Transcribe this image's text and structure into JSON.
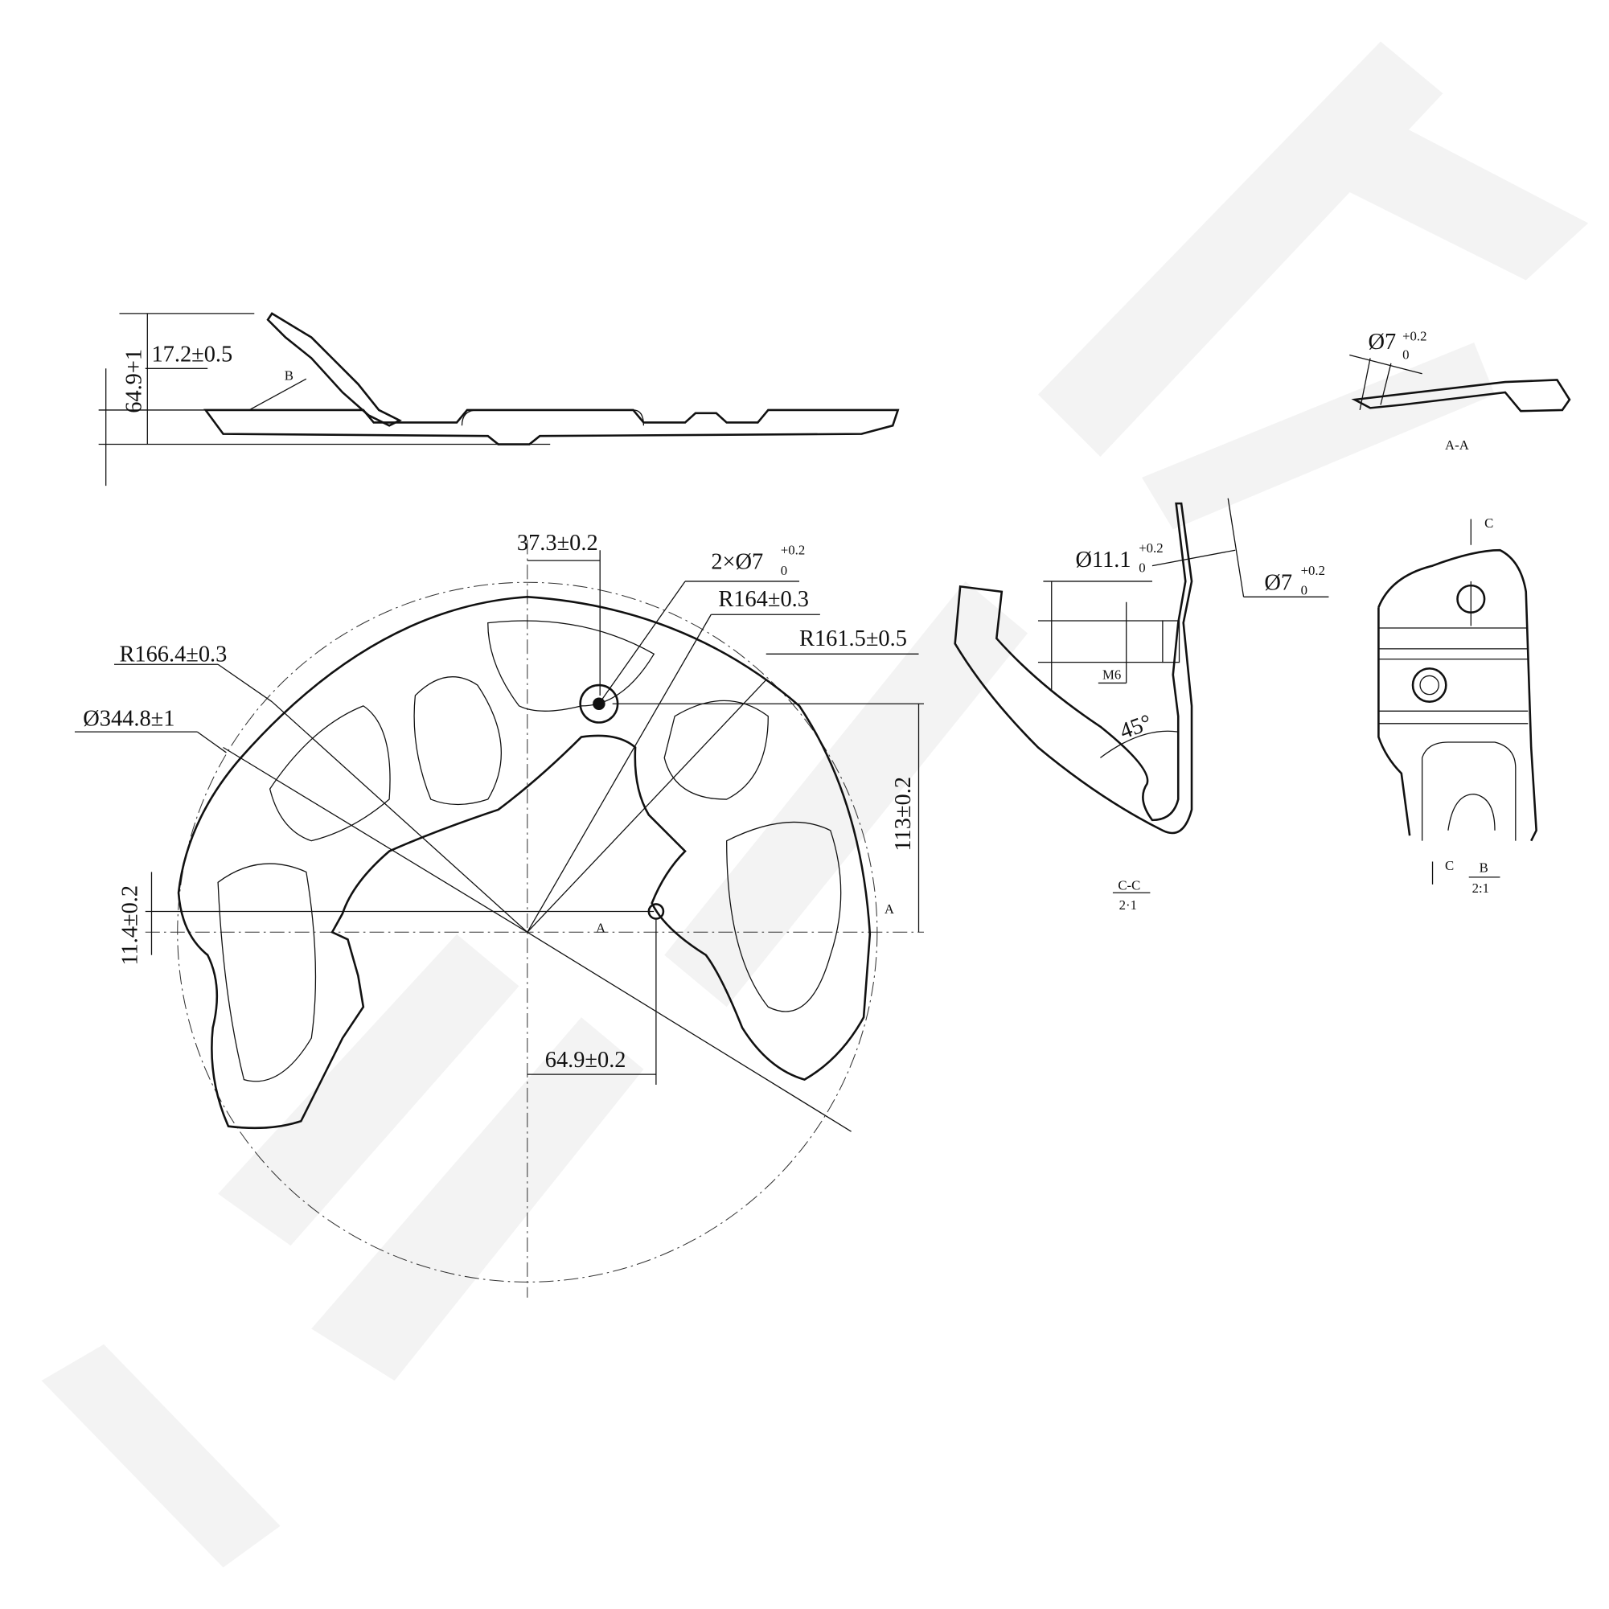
{
  "watermark": "ZENNEK",
  "side_view": {
    "dim_height_total": "64.9+1",
    "dim_height_tab": "17.2±0.5",
    "detail_label": "B"
  },
  "main_view": {
    "dim_offset_x": "37.3±0.2",
    "dim_holes": "2×Ø7",
    "dim_holes_tol_upper": "+0.2",
    "dim_holes_tol_lower": "0",
    "dim_r164": "R164±0.3",
    "dim_r161": "R161.5±0.5",
    "dim_r166": "R166.4±0.3",
    "dim_dia": "Ø344.8±1",
    "dim_113": "113±0.2",
    "dim_11_4": "11.4±0.2",
    "dim_64_9": "64.9±0.2",
    "section_mark_left": "A",
    "section_mark_right": "A"
  },
  "section_aa": {
    "dim": "Ø7",
    "tol_upper": "+0.2",
    "tol_lower": "0",
    "label": "A-A"
  },
  "section_cc": {
    "dim_dia_11": "Ø11.1",
    "tol11_upper": "+0.2",
    "tol11_lower": "0",
    "dim_dia_7": "Ø7",
    "tol7_upper": "+0.2",
    "tol7_lower": "0",
    "thread": "M6",
    "angle": "45°",
    "label": "C-C",
    "scale": "2·1"
  },
  "detail_b": {
    "section_mark_top": "C",
    "section_mark_bottom": "C",
    "label": "B",
    "scale": "2:1"
  }
}
